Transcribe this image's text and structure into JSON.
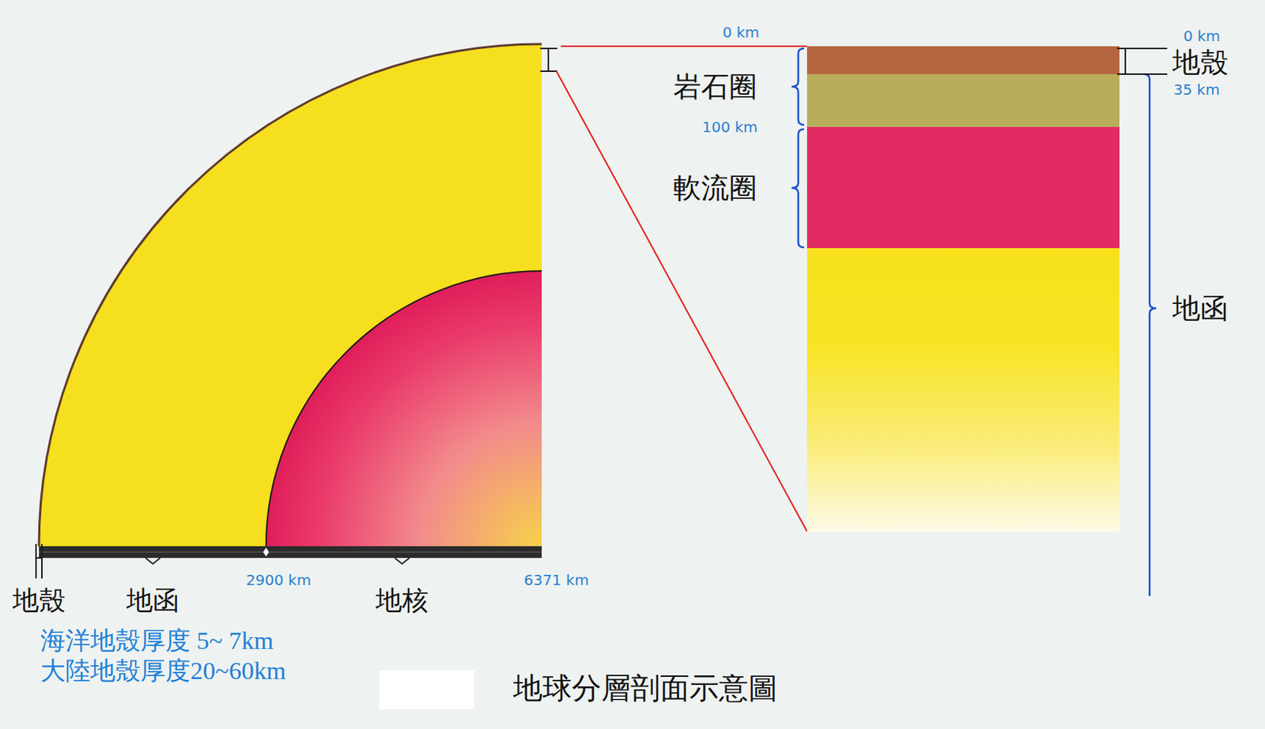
{
  "diagram": {
    "caption": "地球分層剖面示意圖",
    "labels": [
      "0 km",
      "岩石圈",
      "100 km",
      "軟流圈",
      "0 km",
      "地殼",
      "35 km",
      "地函",
      "地殼",
      "地函",
      "2900 km",
      "地核",
      "6371 km",
      "海洋地殼厚度 5~ 7km",
      "大陸地殼厚度20~60km"
    ]
  }
}
